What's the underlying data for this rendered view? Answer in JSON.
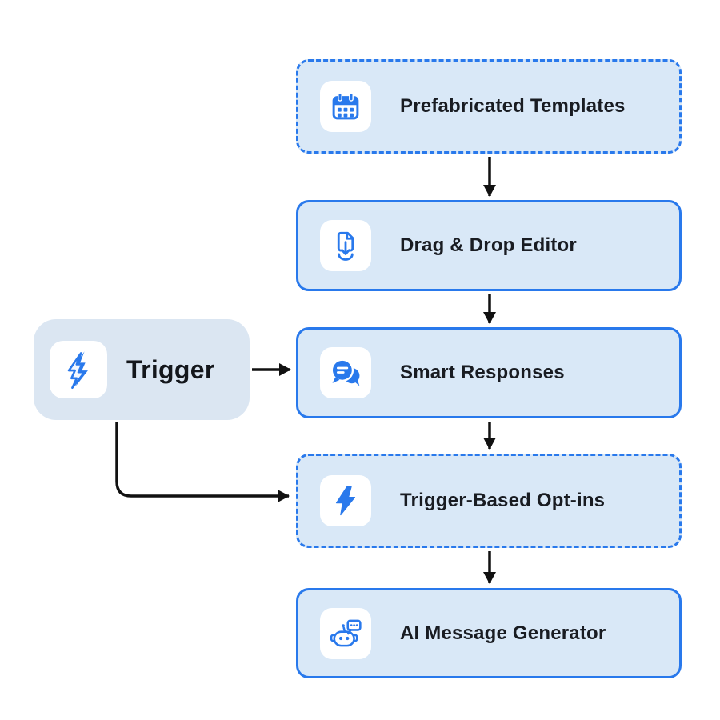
{
  "diagram": {
    "title": "",
    "trigger": {
      "label": "Trigger",
      "icon": "lightning-3d-icon"
    },
    "nodes": [
      {
        "id": "prefabricated-templates",
        "label": "Prefabricated Templates",
        "icon": "calendar-icon",
        "border_style": "dashed"
      },
      {
        "id": "drag-drop-editor",
        "label": "Drag & Drop Editor",
        "icon": "document-download-icon",
        "border_style": "solid"
      },
      {
        "id": "smart-responses",
        "label": "Smart Responses",
        "icon": "chat-bubbles-icon",
        "border_style": "solid"
      },
      {
        "id": "trigger-based-opt-ins",
        "label": "Trigger-Based Opt-ins",
        "icon": "lightning-bolt-icon",
        "border_style": "dashed"
      },
      {
        "id": "ai-message-generator",
        "label": "AI Message Generator",
        "icon": "robot-chat-icon",
        "border_style": "solid"
      }
    ],
    "connections": [
      {
        "from": "Prefabricated Templates",
        "to": "Drag & Drop Editor"
      },
      {
        "from": "Drag & Drop Editor",
        "to": "Smart Responses"
      },
      {
        "from": "Smart Responses",
        "to": "Trigger-Based Opt-ins"
      },
      {
        "from": "Trigger-Based Opt-ins",
        "to": "AI Message Generator"
      },
      {
        "from": "Trigger",
        "to": "Smart Responses"
      },
      {
        "from": "Trigger",
        "to": "Trigger-Based Opt-ins"
      }
    ],
    "colors": {
      "accent_blue": "#2979ec",
      "node_fill": "#d9e8f7",
      "trigger_fill": "#dbe6f2",
      "icon_tile": "#ffffff",
      "arrow": "#111111",
      "text": "#191c22",
      "background": "#ffffff"
    }
  }
}
